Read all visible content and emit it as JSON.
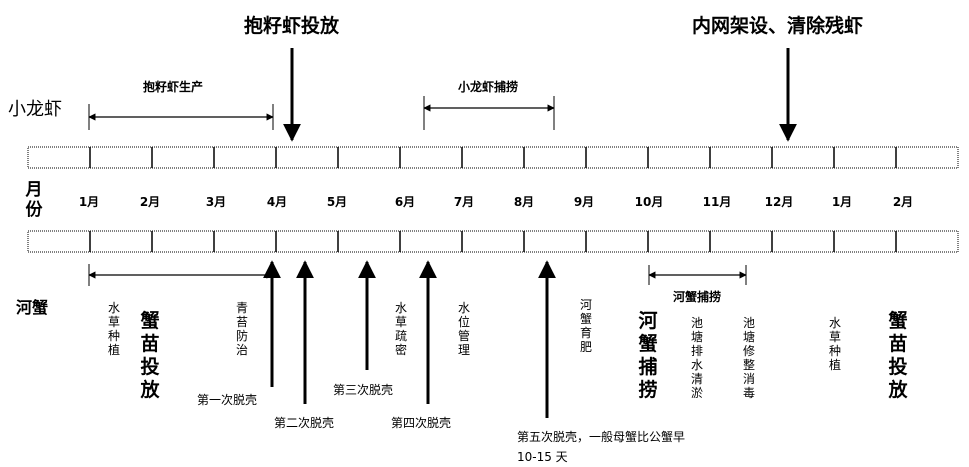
{
  "top_events": [
    "抱籽虾投放",
    "内网架设、清除残虾"
  ],
  "rows": {
    "crayfish": "小龙虾",
    "crab": "河蟹"
  },
  "axis_title": "月份",
  "months": [
    "1月",
    "2月",
    "3月",
    "4月",
    "5月",
    "6月",
    "7月",
    "8月",
    "9月",
    "10月",
    "11月",
    "12月",
    "1月",
    "2月"
  ],
  "crayfish_spans": [
    "抱籽虾生产",
    "小龙虾捕捞"
  ],
  "crab_spans": [
    "河蟹捕捞"
  ],
  "crab_activities": {
    "a1": "水草种植",
    "a2": "蟹苗投放",
    "a3": "青苔防治",
    "a4": "水草疏密",
    "a5": "水位管理",
    "a6": "河蟹育肥",
    "a7": "河蟹捕捞",
    "a8": "池塘排水清淤",
    "a9": "池塘修整消毒",
    "a10": "水草种植",
    "a11": "蟹苗投放"
  },
  "molts": [
    "第一次脱壳",
    "第二次脱壳",
    "第三次脱壳",
    "第四次脱壳"
  ],
  "molt5_note": "第五次脱壳，一般母蟹比公蟹早 10-15 天"
}
